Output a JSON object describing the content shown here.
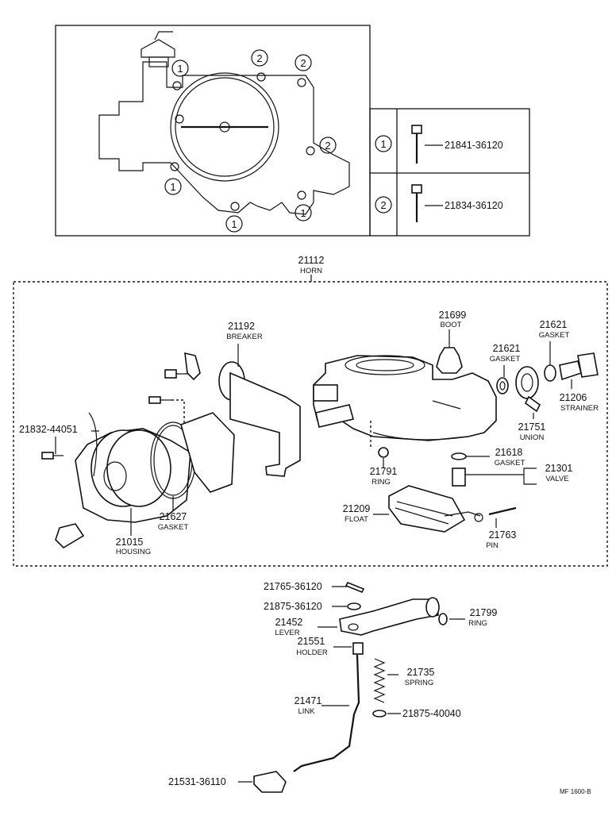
{
  "inset": {
    "callouts": [
      "1",
      "2"
    ],
    "legend": [
      {
        "marker": "1",
        "part_no": "21841-36120"
      },
      {
        "marker": "2",
        "part_no": "21834-36120"
      }
    ]
  },
  "parts": {
    "horn": {
      "no": "21112",
      "name": "HORN"
    },
    "breaker": {
      "no": "21192",
      "name": "BREAKER"
    },
    "boot": {
      "no": "21699",
      "name": "BOOT"
    },
    "gasket_a": {
      "no": "21621",
      "name": "GASKET"
    },
    "gasket_b": {
      "no": "21621",
      "name": "GASKET"
    },
    "strainer": {
      "no": "21206",
      "name": "STRAINER"
    },
    "union": {
      "no": "21751",
      "name": "UNION"
    },
    "screw_a": {
      "no": "21832-44051"
    },
    "ring_a": {
      "no": "21791",
      "name": "RING"
    },
    "gasket_c": {
      "no": "21618",
      "name": "GASKET"
    },
    "valve": {
      "no": "21301",
      "name": "VALVE"
    },
    "float": {
      "no": "21209",
      "name": "FLOAT"
    },
    "pin": {
      "no": "21763",
      "name": "PIN"
    },
    "gasket_d": {
      "no": "21627",
      "name": "GASKET"
    },
    "housing": {
      "no": "21015",
      "name": "HOUSING"
    },
    "p21765": {
      "no": "21765-36120"
    },
    "p21875a": {
      "no": "21875-36120"
    },
    "lever": {
      "no": "21452",
      "name": "LEVER"
    },
    "ring_b": {
      "no": "21799",
      "name": "RING"
    },
    "holder": {
      "no": "21551",
      "name": "HOLDER"
    },
    "spring": {
      "no": "21735",
      "name": "SPRING"
    },
    "link": {
      "no": "21471",
      "name": "LINK"
    },
    "p21875b": {
      "no": "21875-40040"
    },
    "p21531": {
      "no": "21531-36110"
    }
  },
  "footer": {
    "code": "MF 1600-B"
  }
}
